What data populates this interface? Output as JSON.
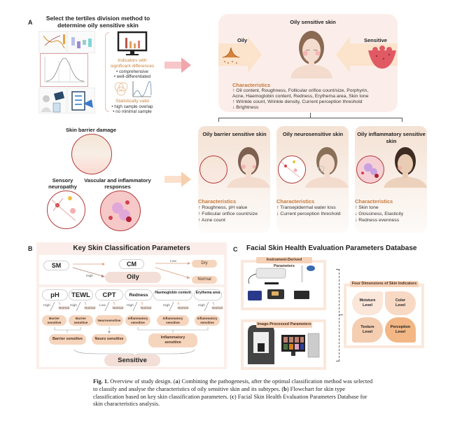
{
  "panel_a": {
    "letter": "A",
    "method_title": "Select the tertiles division method to determine oily sensitive skin",
    "criteria": {
      "indicators_heading": "Indicators with significant differences",
      "indicators_bullets": [
        "• comprehensive",
        "• well-differentiated"
      ],
      "valid_heading": "Statistically valid",
      "valid_bullets": [
        "• high sample overlap",
        "• no minimal sample"
      ]
    },
    "oily_sensitive": {
      "title": "Oily sensitive skin",
      "left_label": "Oily",
      "right_label": "Sensitive",
      "char_heading": "Characteristics",
      "char_lines": [
        "↑ Oil content, Roughness, Follicular orifice count/size, Porphyrin,",
        "Acne, Haemoglobin content, Redness, Erythema area, Skin tone",
        "↑ Wrinkle count, Wrinkle density, Current perception threshold",
        "↓ Brightness"
      ]
    },
    "pathogenesis": {
      "barrier": "Skin barrier damage",
      "sensory": "Sensory neuropathy",
      "vascular": "Vascular and inflammatory responses"
    },
    "subtypes": [
      {
        "title": "Oily barrier sensitive skin",
        "char_heading": "Characteristics",
        "lines": [
          "↑ Roughness, pH value",
          "↑ Follicular orifice count/size",
          "↑ Acne count"
        ]
      },
      {
        "title": "Oily neurosensitive skin",
        "char_heading": "Characteristics",
        "lines": [
          "↑ Transepidermal water loss",
          "↓ Current perception threshold"
        ]
      },
      {
        "title": "Oily inflammatory sensitive skin",
        "char_heading": "Characteristics",
        "lines": [
          "↑ Skin tone",
          "↓ Glossiness, Elasticity",
          "↓ Redness evenness"
        ]
      }
    ]
  },
  "panel_b": {
    "letter": "B",
    "title": "Key Skin Classification Parameters",
    "sm": "SM",
    "cm": "CM",
    "high": "High",
    "low": "Low",
    "oily": "Oily",
    "dry": "Dry",
    "normal": "Normal",
    "params": [
      {
        "name": "pH",
        "dir": "High",
        "result": "Barrier sensitive"
      },
      {
        "name": "TEWL",
        "dir": "High",
        "result": "Barrier sensitive"
      },
      {
        "name": "CPT",
        "dir": "Low",
        "result": "Neurosensitive"
      },
      {
        "name": "Redness",
        "dir": "High",
        "result": "Inflammatory sensitive"
      },
      {
        "name": "Haemoglobin content",
        "dir": "High",
        "result": "Inflammatory sensitive"
      },
      {
        "name": "Erythema area",
        "dir": "High",
        "result": "Inflammatory sensitive"
      }
    ],
    "normal_tag": "Normal",
    "groups": [
      "Barrier sensitive",
      "Neuro sensitive",
      "Inflammatory sensitive"
    ],
    "sensitive": "Sensitive"
  },
  "panel_c": {
    "letter": "C",
    "title": "Facial Skin Health Evaluation Parameters Database",
    "instrument_tag": "Instrument-Derived Parameters",
    "image_tag": "Image-Processed Parameters",
    "four_dim_tag": "Four Dimensions of Skin Indicators",
    "petals": [
      "Moisture Level",
      "Color Level",
      "Texture Level",
      "Perception Level"
    ],
    "petal_colors": [
      "#fbe6da",
      "#f8d9c4",
      "#f5cdb0",
      "#f2b785"
    ]
  },
  "caption": {
    "label": "Fig. 1.",
    "text_1": " Overview of study design. (",
    "a": "a",
    "text_2": ") Combining the pathogenesis, after the optimal classification method was selected to classify and analyse the characteristics of oily sensitive skin and its subtypes. (",
    "b": "b",
    "text_3": ") Flowchart for skin type classification based on key skin classification parameters. (",
    "c": "c",
    "text_4": ") Facial Skin Health Evaluation Parameters Database for skin characteristics analysis."
  },
  "colors": {
    "accent_orange": "#c47a3c",
    "pink_panel": "#fbeeea",
    "peach_pill": "#f6d5bd",
    "border_red": "#b23b3b"
  }
}
